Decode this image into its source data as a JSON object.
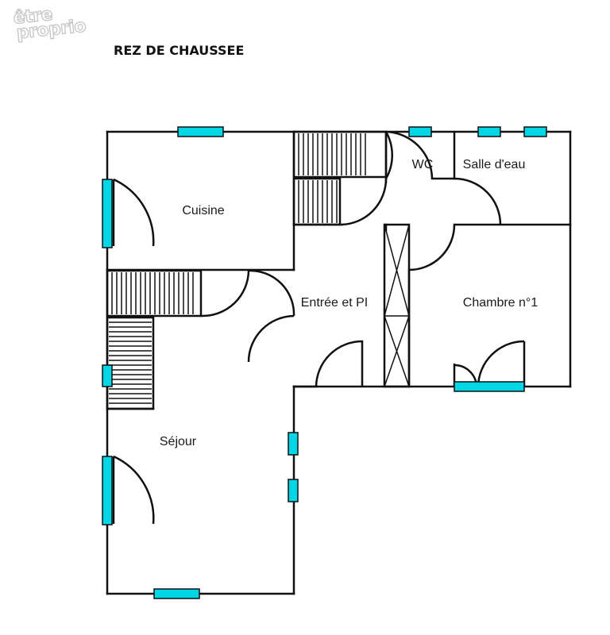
{
  "watermark": {
    "line1": "être",
    "line2": "proprio"
  },
  "plan": {
    "title": "REZ DE CHAUSSEE",
    "rooms": {
      "cuisine": "Cuisine",
      "wc": "WC",
      "salle_eau": "Salle d'eau",
      "entree": "Entrée et PI",
      "chambre": "Chambre n°1",
      "sejour": "Séjour"
    }
  },
  "colors": {
    "wall": "#111111",
    "window": "#00d7e6",
    "watermark_outline": "#c9c9c9",
    "background": "#ffffff"
  }
}
